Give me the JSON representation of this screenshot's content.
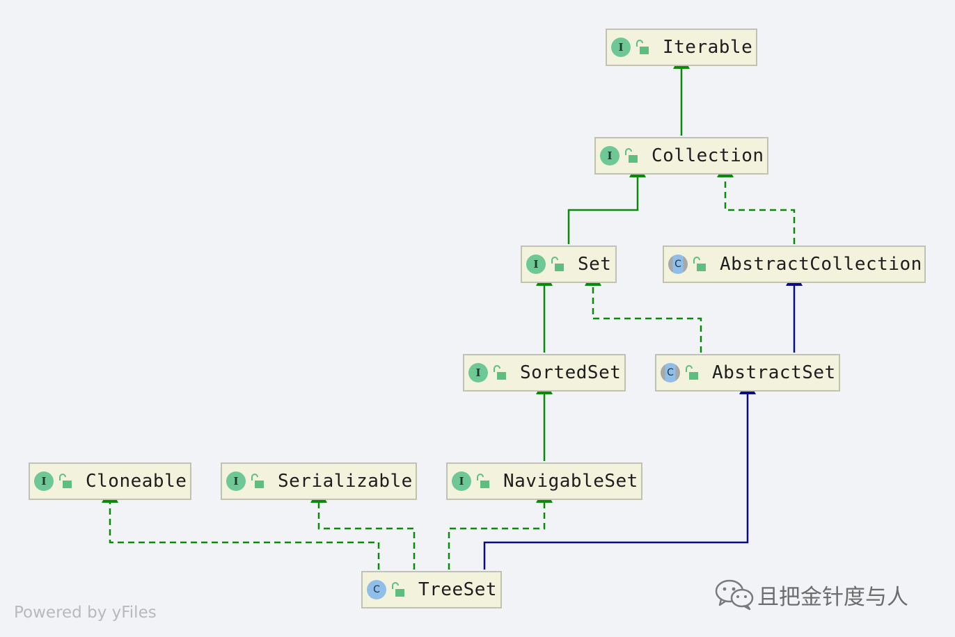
{
  "diagram": {
    "nodes": [
      {
        "id": "iterable",
        "label": "Iterable",
        "kind": "interface",
        "badge": "I"
      },
      {
        "id": "collection",
        "label": "Collection",
        "kind": "interface",
        "badge": "I"
      },
      {
        "id": "set",
        "label": "Set",
        "kind": "interface",
        "badge": "I"
      },
      {
        "id": "abstract-collection",
        "label": "AbstractCollection",
        "kind": "abstract",
        "badge": "C"
      },
      {
        "id": "sorted-set",
        "label": "SortedSet",
        "kind": "interface",
        "badge": "I"
      },
      {
        "id": "abstract-set",
        "label": "AbstractSet",
        "kind": "abstract",
        "badge": "C"
      },
      {
        "id": "cloneable",
        "label": "Cloneable",
        "kind": "interface",
        "badge": "I"
      },
      {
        "id": "serializable",
        "label": "Serializable",
        "kind": "interface",
        "badge": "I"
      },
      {
        "id": "navigable-set",
        "label": "NavigableSet",
        "kind": "interface",
        "badge": "I"
      },
      {
        "id": "tree-set",
        "label": "TreeSet",
        "kind": "class",
        "badge": "C"
      }
    ],
    "edges": [
      {
        "from": "collection",
        "to": "iterable",
        "relation": "extends"
      },
      {
        "from": "set",
        "to": "collection",
        "relation": "extends"
      },
      {
        "from": "abstract-collection",
        "to": "collection",
        "relation": "implements"
      },
      {
        "from": "sorted-set",
        "to": "set",
        "relation": "extends"
      },
      {
        "from": "abstract-set",
        "to": "set",
        "relation": "implements"
      },
      {
        "from": "abstract-set",
        "to": "abstract-collection",
        "relation": "class-extends"
      },
      {
        "from": "navigable-set",
        "to": "sorted-set",
        "relation": "extends"
      },
      {
        "from": "tree-set",
        "to": "cloneable",
        "relation": "implements"
      },
      {
        "from": "tree-set",
        "to": "serializable",
        "relation": "implements"
      },
      {
        "from": "tree-set",
        "to": "navigable-set",
        "relation": "implements"
      },
      {
        "from": "tree-set",
        "to": "abstract-set",
        "relation": "class-extends"
      }
    ]
  },
  "colors": {
    "interface_edge": "#0a8a0a",
    "class_edge": "#0b0b85",
    "interface_badge": "#6dc896",
    "class_badge": "#8fbfe8",
    "node_fill": "#f3f2dc",
    "node_border": "#c2c2b4",
    "lock_icon": "#5cbf80"
  },
  "icons": {
    "visibility": "open-lock-icon"
  },
  "footer": {
    "text": "Powered by yFiles"
  },
  "watermark": {
    "icon": "wechat-icon",
    "text": "且把金针度与人"
  }
}
